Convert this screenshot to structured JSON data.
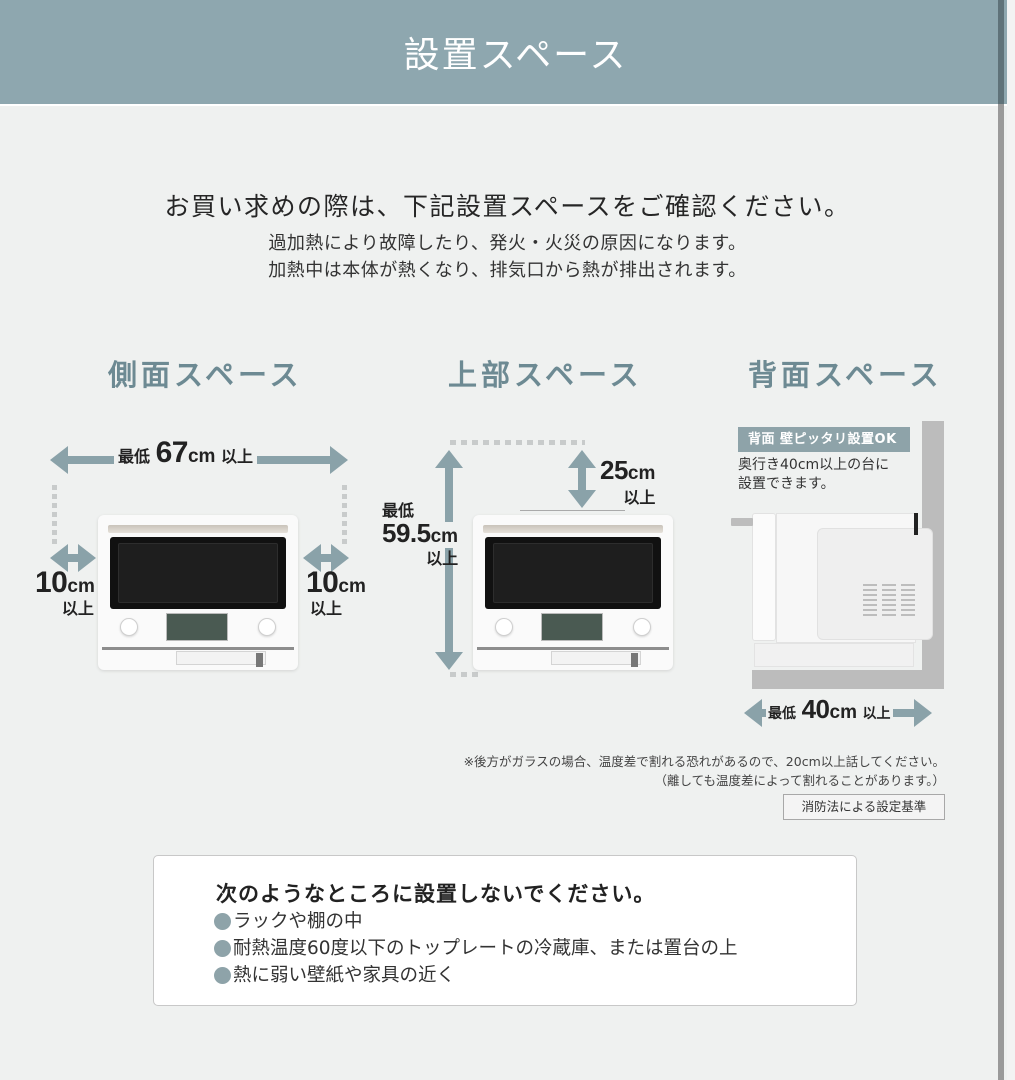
{
  "header": {
    "title": "設置スペース",
    "bg_color": "#8ea7af"
  },
  "intro": {
    "main": "お買い求めの際は、下記設置スペースをご確認ください。",
    "sub": [
      "過加熱により故障したり、発火・火災の原因になります。",
      "加熱中は本体が熱くなり、排気口から熱が排出されます。"
    ]
  },
  "sections": {
    "side": {
      "title": "側面スペース",
      "total": {
        "prefix": "最低",
        "value": "67",
        "unit": "cm",
        "suffix": "以上"
      },
      "left": {
        "value": "10",
        "unit": "cm",
        "suffix": "以上"
      },
      "right": {
        "value": "10",
        "unit": "cm",
        "suffix": "以上"
      }
    },
    "top": {
      "title": "上部スペース",
      "clearance": {
        "value": "25",
        "unit": "cm",
        "suffix": "以上"
      },
      "total": {
        "prefix": "最低",
        "value": "59.5",
        "unit": "cm",
        "suffix": "以上"
      }
    },
    "back": {
      "title": "背面スペース",
      "badge": "背面 壁ピッタリ設置OK",
      "desc": [
        "奥行き40cm以上の台に",
        "設置できます。"
      ],
      "depth": {
        "prefix": "最低",
        "value": "40",
        "unit": "cm",
        "suffix": "以上"
      }
    }
  },
  "notes": [
    "※後方がガラスの場合、温度差で割れる恐れがあるので、20cm以上話してください。",
    "（離しても温度差によって割れることがあります。）"
  ],
  "standard_label": "消防法による設定基準",
  "warning": {
    "title": "次のようなところに設置しないでください。",
    "items": [
      "ラックや棚の中",
      "耐熱温度60度以下のトップレートの冷蔵庫、または置台の上",
      "熱に弱い壁紙や家具の近く"
    ]
  },
  "colors": {
    "accent": "#8ea3a9",
    "title_text": "#6d8a93",
    "background": "#eff1f0"
  }
}
